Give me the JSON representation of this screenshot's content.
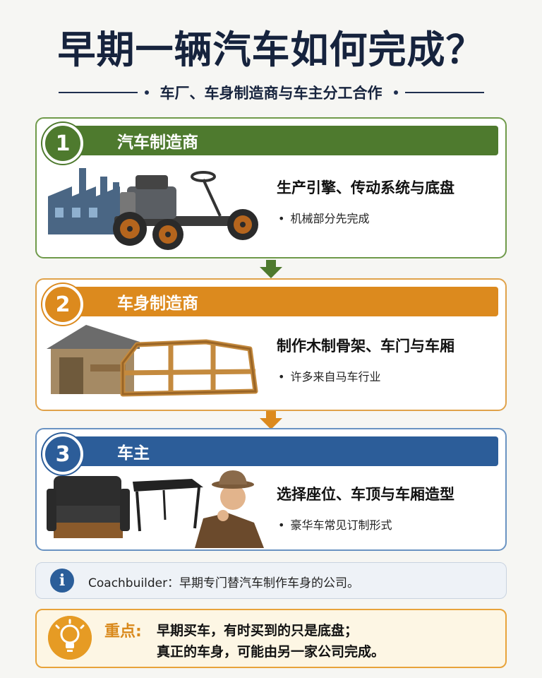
{
  "title": "早期一辆汽车如何完成？",
  "subtitle": "车厂、车身制造商与车主分工合作",
  "steps": [
    {
      "number": "1",
      "label": "汽车制造商",
      "heading": "生产引擎、传动系统与底盘",
      "bullet": "机械部分先完成",
      "color": "#4e7a2e"
    },
    {
      "number": "2",
      "label": "车身制造商",
      "heading": "制作木制骨架、车门与车厢",
      "bullet": "许多来自马车行业",
      "color": "#dc8a1e"
    },
    {
      "number": "3",
      "label": "车主",
      "heading": "选择座位、车顶与车厢造型",
      "bullet": "豪华车常见订制形式",
      "color": "#2c5d99"
    }
  ],
  "info": {
    "icon": "info-icon",
    "text": "Coachbuilder：早期专门替汽车制作车身的公司。"
  },
  "key_point": {
    "icon": "lightbulb-icon",
    "label": "重点:",
    "line1": "早期买车，有时买到的只是底盘；",
    "line2": "真正的车身，可能由另一家公司完成。"
  }
}
